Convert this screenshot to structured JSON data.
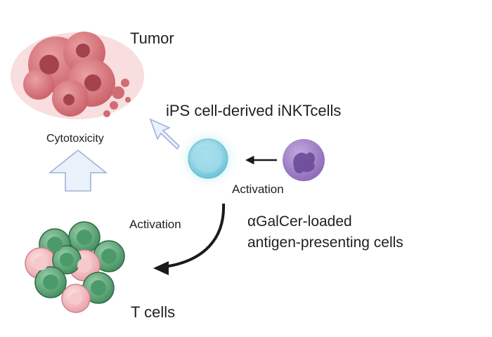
{
  "labels": {
    "tumor": "Tumor",
    "cytotoxicity": "Cytotoxicity",
    "ips_cells": "iPS cell-derived iNKTcells",
    "activation_top": "Activation",
    "activation_left": "Activation",
    "apc_line1": "αGalCer-loaded",
    "apc_line2": "antigen-presenting cells",
    "t_cells": "T cells"
  },
  "colors": {
    "tumor": "#d9747a",
    "tumor_dark": "#b14a55",
    "inkt": "#8fd6e6",
    "apc": "#9a7bc4",
    "tcell_green": "#5da879",
    "tcell_pink": "#f2b4b8",
    "arrow_fill": "#eaf1fb",
    "arrow_stroke": "#9eb4d6"
  },
  "icons": [
    "tumor-cluster",
    "inkt-cell",
    "apc-cell",
    "t-cell-cluster"
  ]
}
